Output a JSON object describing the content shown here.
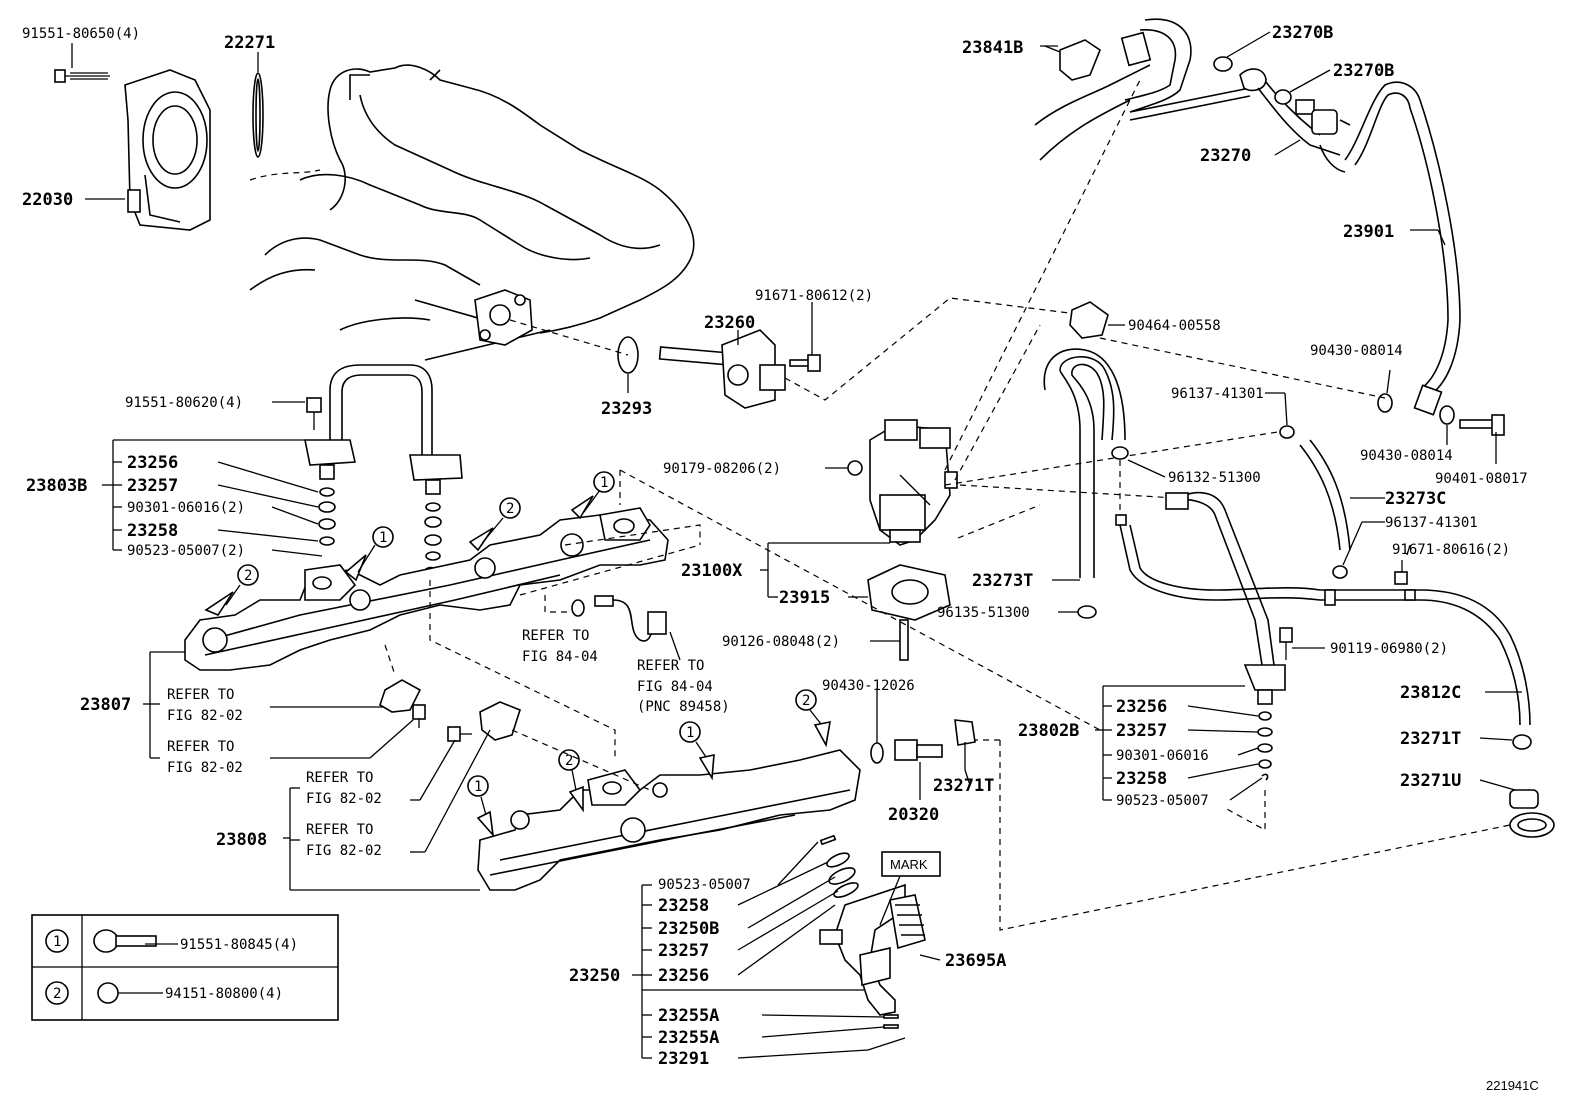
{
  "diagram_id": "221941C",
  "mark_label": "MARK",
  "refer_label": "REFER TO",
  "fig_84_04": "FIG 84-04",
  "fig_82_02": "FIG 82-02",
  "pnc_89458": "(PNC 89458)",
  "legend": {
    "row1_num": "1",
    "row1_part": "91551-80845(4)",
    "row2_num": "2",
    "row2_part": "94151-80800(4)"
  },
  "parts": {
    "p91551_80650": "91551-80650(4)",
    "p22271": "22271",
    "p22030": "22030",
    "p23841B": "23841B",
    "p23270B_1": "23270B",
    "p23270B_2": "23270B",
    "p23270": "23270",
    "p23901": "23901",
    "p91671_80612": "91671-80612(2)",
    "p23260": "23260",
    "p23293": "23293",
    "p90464_00558": "90464-00558",
    "p90430_08014_a": "90430-08014",
    "p90430_08014_b": "90430-08014",
    "p90401_08017": "90401-08017",
    "p96137_41301_a": "96137-41301",
    "p96132_51300": "96132-51300",
    "p23273C": "23273C",
    "p96137_41301_b": "96137-41301",
    "p91671_80616": "91671-80616(2)",
    "p90179_08206": "90179-08206(2)",
    "p23100X": "23100X",
    "p23915": "23915",
    "p23273T": "23273T",
    "p96135_51300": "96135-51300",
    "p90126_08048": "90126-08048(2)",
    "p90119_06980": "90119-06980(2)",
    "p23812C": "23812C",
    "p23271T_r": "23271T",
    "p23271U": "23271U",
    "p91551_80620": "91551-80620(4)",
    "p23803B": "23803B",
    "l23256": "23256",
    "l23257": "23257",
    "l90301_06016_2": "90301-06016(2)",
    "l23258": "23258",
    "l90523_05007_2": "90523-05007(2)",
    "p23807": "23807",
    "p23808": "23808",
    "p90430_12026": "90430-12026",
    "p20320": "20320",
    "p23271T_m": "23271T",
    "p23802B": "23802B",
    "r23256": "23256",
    "r23257": "23257",
    "r90301_06016": "90301-06016",
    "r23258": "23258",
    "r90523_05007": "90523-05007",
    "p23250": "23250",
    "b90523_05007": "90523-05007",
    "b23258": "23258",
    "b23250B": "23250B",
    "b23257": "23257",
    "b23256": "23256",
    "b23255A_1": "23255A",
    "b23255A_2": "23255A",
    "b23291": "23291",
    "p23695A": "23695A"
  }
}
